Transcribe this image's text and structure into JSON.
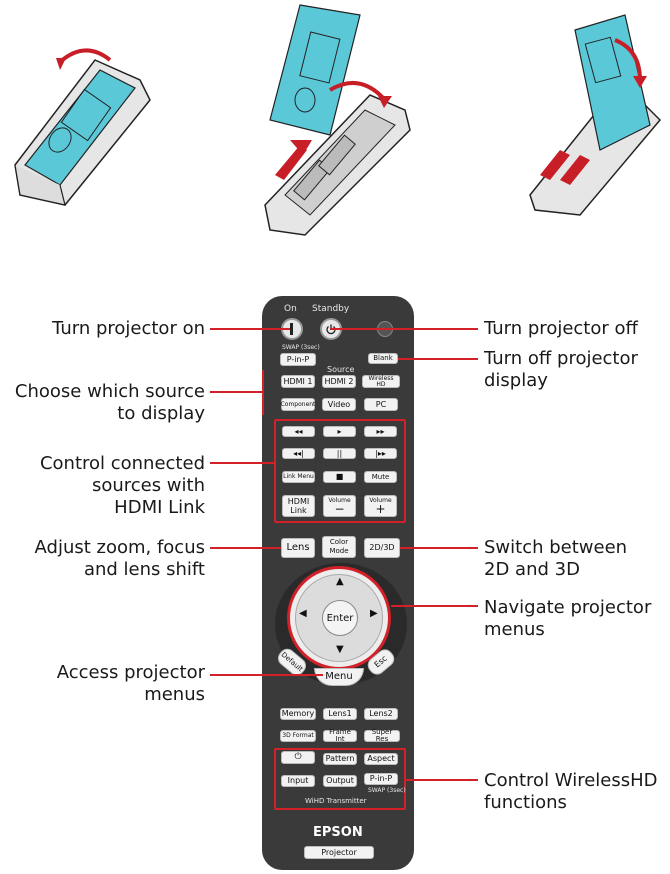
{
  "callouts_left": [
    {
      "id": "on",
      "lines": [
        "Turn projector on"
      ]
    },
    {
      "id": "source",
      "lines": [
        "Choose which source",
        "to display"
      ]
    },
    {
      "id": "hdmi",
      "lines": [
        "Control connected",
        "sources with",
        "HDMI Link"
      ]
    },
    {
      "id": "zoom",
      "lines": [
        "Adjust zoom, focus",
        "and lens shift"
      ]
    },
    {
      "id": "menus",
      "lines": [
        "Access projector",
        "menus"
      ]
    }
  ],
  "callouts_right": [
    {
      "id": "off",
      "lines": [
        "Turn projector off"
      ]
    },
    {
      "id": "blank",
      "lines": [
        "Turn off projector",
        "display"
      ]
    },
    {
      "id": "2d3d",
      "lines": [
        "Switch between",
        "2D and 3D"
      ]
    },
    {
      "id": "navigate",
      "lines": [
        "Navigate projector",
        "menus"
      ]
    },
    {
      "id": "whd",
      "lines": [
        "Control WirelessHD",
        "functions"
      ]
    }
  ],
  "remote": {
    "on_label": "On",
    "standby_label": "Standby",
    "swap_top": "SWAP (3sec)",
    "pinp": "P-in-P",
    "blank": "Blank",
    "source_label": "Source",
    "hdmi1": "HDMI 1",
    "hdmi2": "HDMI 2",
    "wireless_hd": "Wireless HD",
    "component": "Component",
    "video": "Video",
    "pc": "PC",
    "rewind": "◂◂",
    "play": "▸",
    "ffwd": "▸▸",
    "prev": "◂◂|",
    "pause": "||",
    "next": "|▸▸",
    "link_menu": "Link Menu",
    "stop": "■",
    "mute": "Mute",
    "hdmi_link": "HDMI Link",
    "volume_minus_label": "Volume",
    "volume_minus": "−",
    "volume_plus_label": "Volume",
    "volume_plus": "+",
    "lens": "Lens",
    "color_mode": "Color Mode",
    "btn_2d3d": "2D/3D",
    "enter": "Enter",
    "default": "Default",
    "esc": "Esc",
    "menu": "Menu",
    "memory": "Memory",
    "lens1": "Lens1",
    "lens2": "Lens2",
    "format3d": "3D Format",
    "frame_int": "Frame Int",
    "super_res": "Super Res",
    "pattern": "Pattern",
    "aspect": "Aspect",
    "input": "Input",
    "output": "Output",
    "pinp2": "P-in-P",
    "swap_bottom": "SWAP (3sec)",
    "whd_transmitter": "WiHD Transmitter",
    "brand": "EPSON",
    "projector": "Projector"
  },
  "colors": {
    "callout_line": "#d22128",
    "battery_cover": "#5bc8d8",
    "remote_body": "#3a3a3a"
  }
}
